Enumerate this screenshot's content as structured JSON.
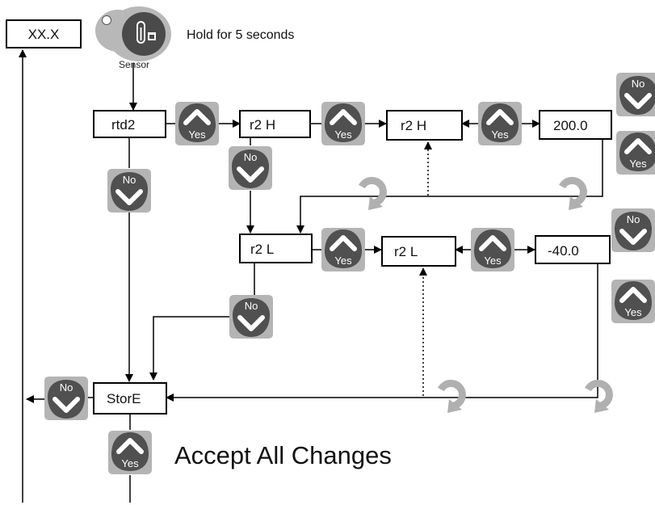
{
  "display": {
    "value": "XX.X"
  },
  "sensor": {
    "label": "Sensor"
  },
  "hold_note": "Hold for 5 seconds",
  "boxes": {
    "rtd2": "rtd2",
    "r2h_prompt": "r2 H",
    "r2h_edit": "r2 H",
    "r2h_value": "200.0",
    "r2l_prompt": "r2 L",
    "r2l_edit": "r2 L",
    "r2l_value": "-40.0",
    "store": "StorE"
  },
  "buttons": {
    "yes": "Yes",
    "no": "No"
  },
  "accept_note": "Accept All Changes",
  "colors": {
    "button_fill": "#505050",
    "button_frame": "#b4b4b4",
    "cycle_arrow": "#b0b0b0",
    "line": "#000000"
  }
}
